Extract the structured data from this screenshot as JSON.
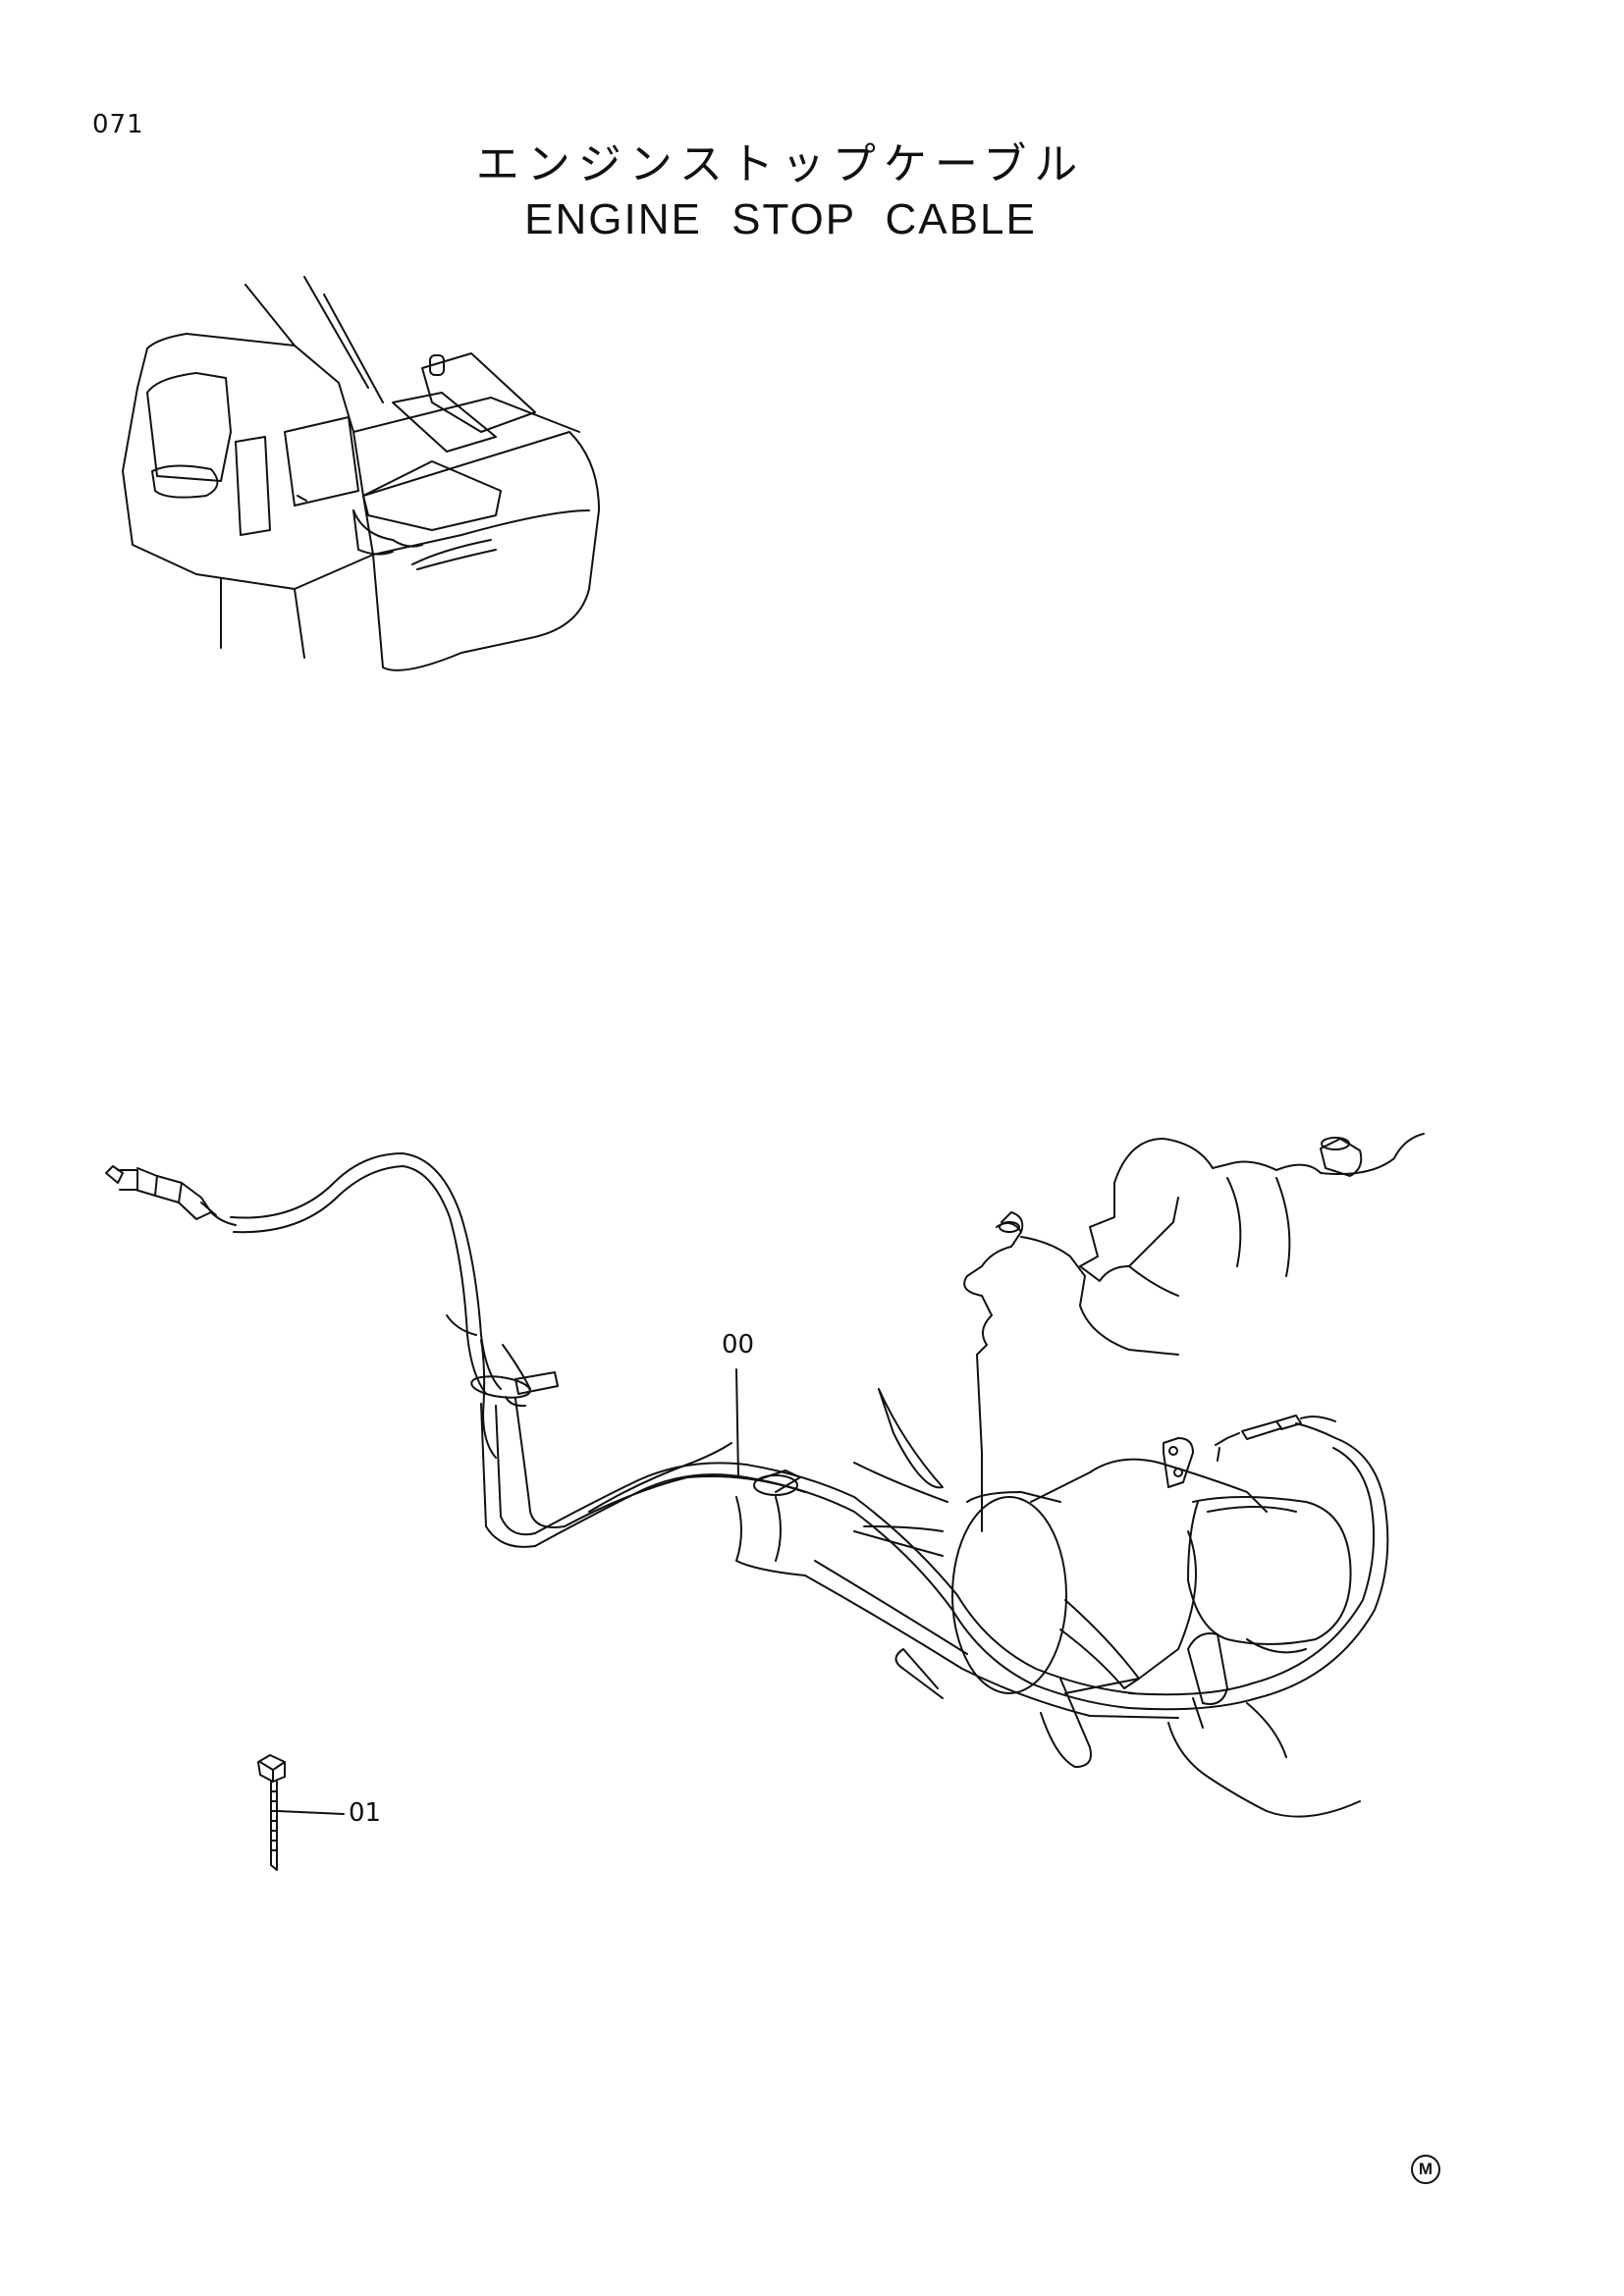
{
  "page": {
    "number": "071",
    "title_jp": "エンジンストップケーブル",
    "title_en": "ENGINE STOP CABLE",
    "mark": "M"
  },
  "callouts": [
    {
      "id": "00",
      "label": "00"
    },
    {
      "id": "01",
      "label": "01"
    }
  ],
  "colors": {
    "line": "#111111",
    "background": "#ffffff"
  }
}
